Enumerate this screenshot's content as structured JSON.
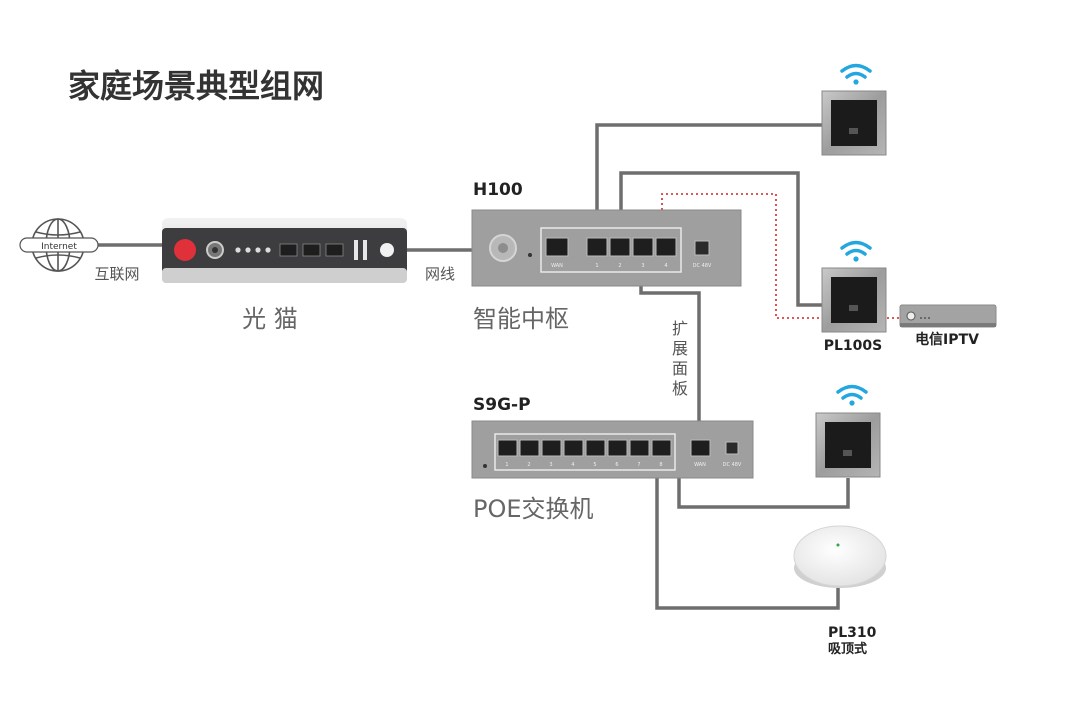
{
  "title": "家庭场景典型组网",
  "internet": {
    "badge": "Internet",
    "label": "互联网"
  },
  "modem": {
    "label": "光 猫",
    "cable_label": "网线"
  },
  "h100": {
    "model": "H100",
    "label": "智能中枢",
    "ports": [
      "WAN",
      "1",
      "2",
      "3",
      "4"
    ],
    "power": "DC 48V"
  },
  "extension_label": [
    "扩",
    "展",
    "面",
    "板"
  ],
  "s9g": {
    "model": "S9G-P",
    "label": "POE交换机",
    "ports": [
      "1",
      "2",
      "3",
      "4",
      "5",
      "6",
      "7",
      "8"
    ],
    "wan": "WAN",
    "power": "DC 48V"
  },
  "pl100s": {
    "label": "PL100S"
  },
  "iptv": {
    "label": "电信IPTV"
  },
  "pl310": {
    "model": "PL310",
    "label": "吸顶式"
  },
  "colors": {
    "cable": "#6e6e6e",
    "iptv_link": "#d94040",
    "device_grey": "#9a9a9a",
    "modem_red": "#e0303a",
    "wifi_blue": "#23a7e0"
  }
}
